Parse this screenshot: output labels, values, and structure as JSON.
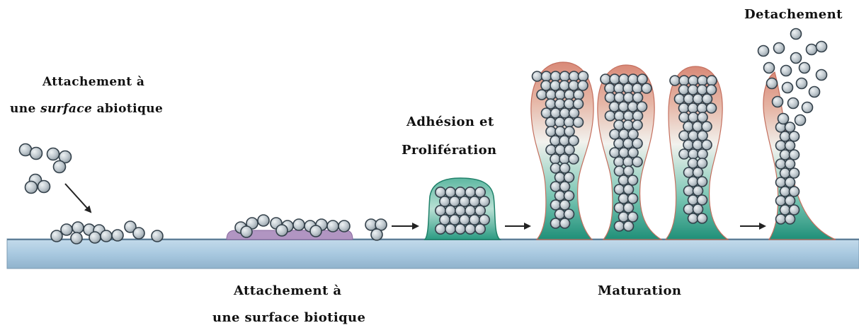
{
  "labels": {
    "abiotic_line1": "Attachement à",
    "abiotic_line2_pre": "une ",
    "abiotic_line2_em": "surface",
    "abiotic_line2_post": " abiotique",
    "biotic_line1": "Attachement à",
    "biotic_line2": "une surface biotique",
    "adhesion_line1": "Adhésion et",
    "adhesion_line2": "Prolifération",
    "maturation": "Maturation",
    "detachment": "Detachement"
  },
  "colors": {
    "substrate": "#a9c9e0",
    "substrate_edge": "#6f8fa8",
    "cell_fill": "#bdc6cc",
    "cell_edge": "#33404a",
    "matrix_green": "#2f9e86",
    "matrix_salmon": "#d98a78",
    "biotic_layer": "#a88ab8",
    "arrow": "#222222"
  }
}
